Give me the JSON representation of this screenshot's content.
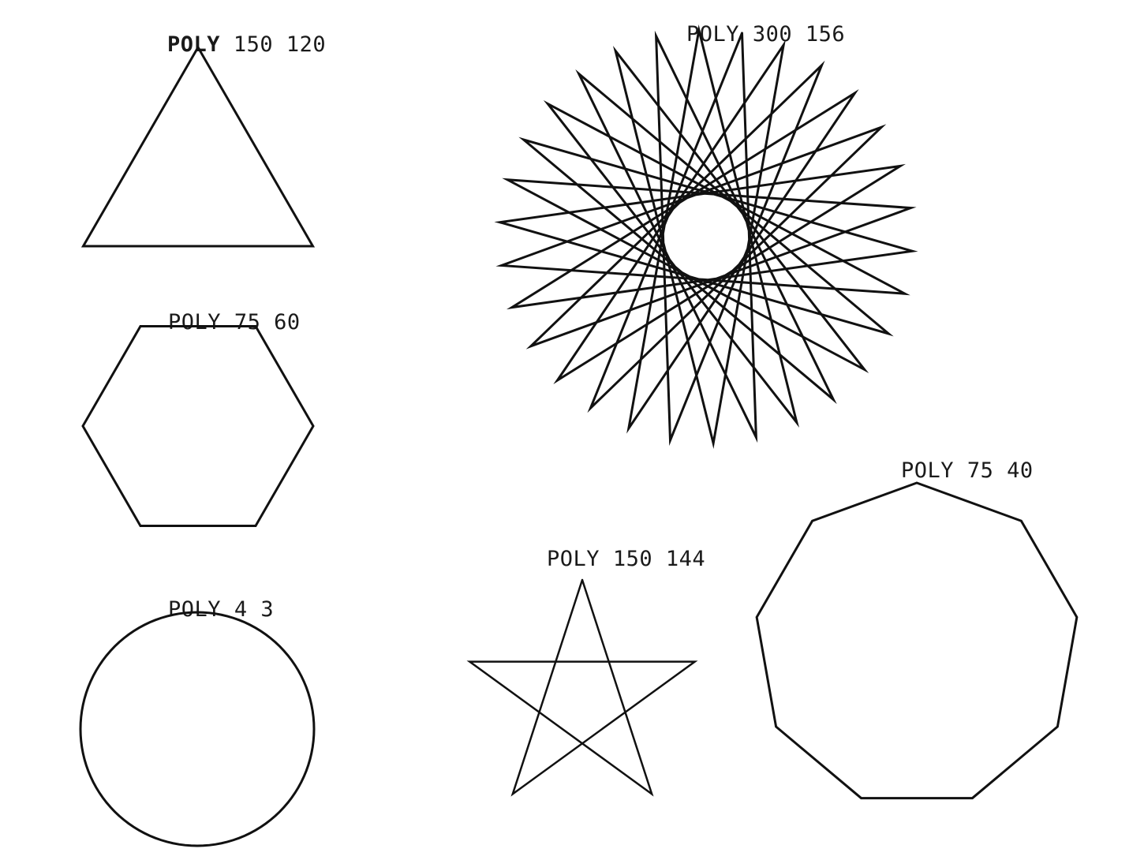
{
  "figures": [
    {
      "id": "poly-150-120",
      "command": "POLY",
      "args": "150 120",
      "step": 150,
      "angle": 120
    },
    {
      "id": "poly-300-156",
      "command": "POLY",
      "args": "300 156",
      "step": 300,
      "angle": 156
    },
    {
      "id": "poly-75-60",
      "command": "POLY",
      "args": "75 60",
      "step": 75,
      "angle": 60
    },
    {
      "id": "poly-4-3",
      "command": "POLY",
      "args": "4 3",
      "step": 4,
      "angle": 3
    },
    {
      "id": "poly-150-144",
      "command": "POLY",
      "args": "150 144",
      "step": 150,
      "angle": 144
    },
    {
      "id": "poly-75-40",
      "command": "POLY",
      "args": "75 40",
      "step": 75,
      "angle": 40
    }
  ],
  "style": {
    "stroke": "#111111",
    "background": "#ffffff"
  }
}
